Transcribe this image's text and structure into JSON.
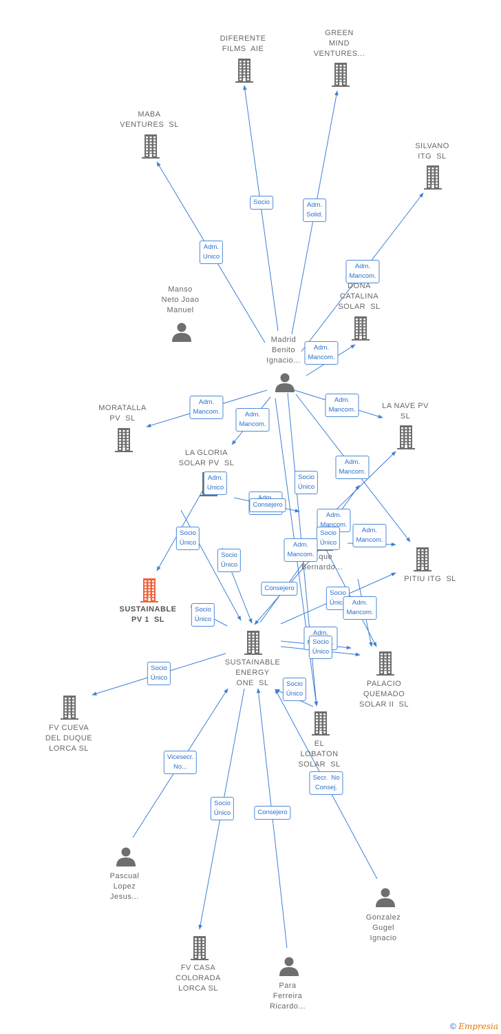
{
  "colors": {
    "edge": "#3c7fd6",
    "icon": "#6e6e6e",
    "highlight": "#f0633a",
    "label": "#666666"
  },
  "nodes": [
    {
      "id": "diferente",
      "type": "company",
      "label": "DIFERENTE\nFILMS  AIE"
    },
    {
      "id": "green",
      "type": "company",
      "label": "GREEN\nMIND\nVENTURES..."
    },
    {
      "id": "maba",
      "type": "company",
      "label": "MABA\nVENTURES  SL"
    },
    {
      "id": "silvano",
      "type": "company",
      "label": "SILVANO\nITG  SL"
    },
    {
      "id": "manso",
      "type": "person",
      "label": "Manso\nNeto Joao\nManuel"
    },
    {
      "id": "dona",
      "type": "company",
      "label": "DOÑA\nCATALINA\nSOLAR  SL"
    },
    {
      "id": "madrid",
      "type": "person",
      "label": "Madrid\nBenito\nIgnacio..."
    },
    {
      "id": "moratalla",
      "type": "company",
      "label": "MORATALLA\nPV  SL"
    },
    {
      "id": "lanave",
      "type": "company",
      "label": "LA NAVE PV\nSL"
    },
    {
      "id": "lagloria",
      "type": "company",
      "label": "LA GLORIA\nSOLAR PV  SL"
    },
    {
      "id": "roque",
      "type": "person",
      "label": "...que\nBernardo..."
    },
    {
      "id": "pitiu",
      "type": "company",
      "label": "PITIU ITG  SL"
    },
    {
      "id": "sust1",
      "type": "company",
      "label": "SUSTAINABLE\nPV 1  SL",
      "highlight": true
    },
    {
      "id": "sustone",
      "type": "company",
      "label": "SUSTAINABLE\nENERGY\nONE  SL"
    },
    {
      "id": "palacio",
      "type": "company",
      "label": "PALACIO\nQUEMADO\nSOLAR II  SL"
    },
    {
      "id": "fvcueva",
      "type": "company",
      "label": "FV CUEVA\nDEL DUQUE\nLORCA SL"
    },
    {
      "id": "lobaton",
      "type": "company",
      "label": "EL\nLOBATON\nSOLAR  SL"
    },
    {
      "id": "pascual",
      "type": "person",
      "label": "Pascual\nLopez\nJesus..."
    },
    {
      "id": "gonzalez",
      "type": "person",
      "label": "Gonzalez\nGugel\nIgnacio"
    },
    {
      "id": "fvcasa",
      "type": "company",
      "label": "FV CASA\nCOLORADA\nLORCA SL"
    },
    {
      "id": "para",
      "type": "person",
      "label": "Para\nFerreira\nRicardo..."
    }
  ],
  "relations": [
    {
      "label": "Socio"
    },
    {
      "label": "Adm.\nSolid."
    },
    {
      "label": "Adm.\nUnico"
    },
    {
      "label": "Adm.\nMancom."
    },
    {
      "label": "Adm.\nMancom."
    },
    {
      "label": "Adm.\nMancom."
    },
    {
      "label": "Adm.\nMancom."
    },
    {
      "label": "Adm.\nMancom."
    },
    {
      "label": "Adm.\nMancom."
    },
    {
      "label": "Adm.\nUnico"
    },
    {
      "label": "Adm.\nMancom."
    },
    {
      "label": "Consejero"
    },
    {
      "label": "Socio\nÚnico"
    },
    {
      "label": "Adm.\nMancom."
    },
    {
      "label": "Socio\nÚnico"
    },
    {
      "label": "Adm.\nMancom."
    },
    {
      "label": "Socio\nÚnico"
    },
    {
      "label": "Socio\nÚnico"
    },
    {
      "label": "Adm.\nMancom."
    },
    {
      "label": "Consejero"
    },
    {
      "label": "Socio\nÚnico"
    },
    {
      "label": "Adm.\nMancom."
    },
    {
      "label": "Socio\nÚnico"
    },
    {
      "label": "Adm.\nMancom."
    },
    {
      "label": "Socio\nÚnico"
    },
    {
      "label": "Socio\nÚnico"
    },
    {
      "label": "Socio\nÚnico"
    },
    {
      "label": "Vicesecr.\nNo..."
    },
    {
      "label": "Secr.  No\nConsej."
    },
    {
      "label": "Socio\nÚnico"
    },
    {
      "label": "Consejero"
    }
  ],
  "footer": {
    "copyright": "©",
    "brand": "Empresia"
  }
}
